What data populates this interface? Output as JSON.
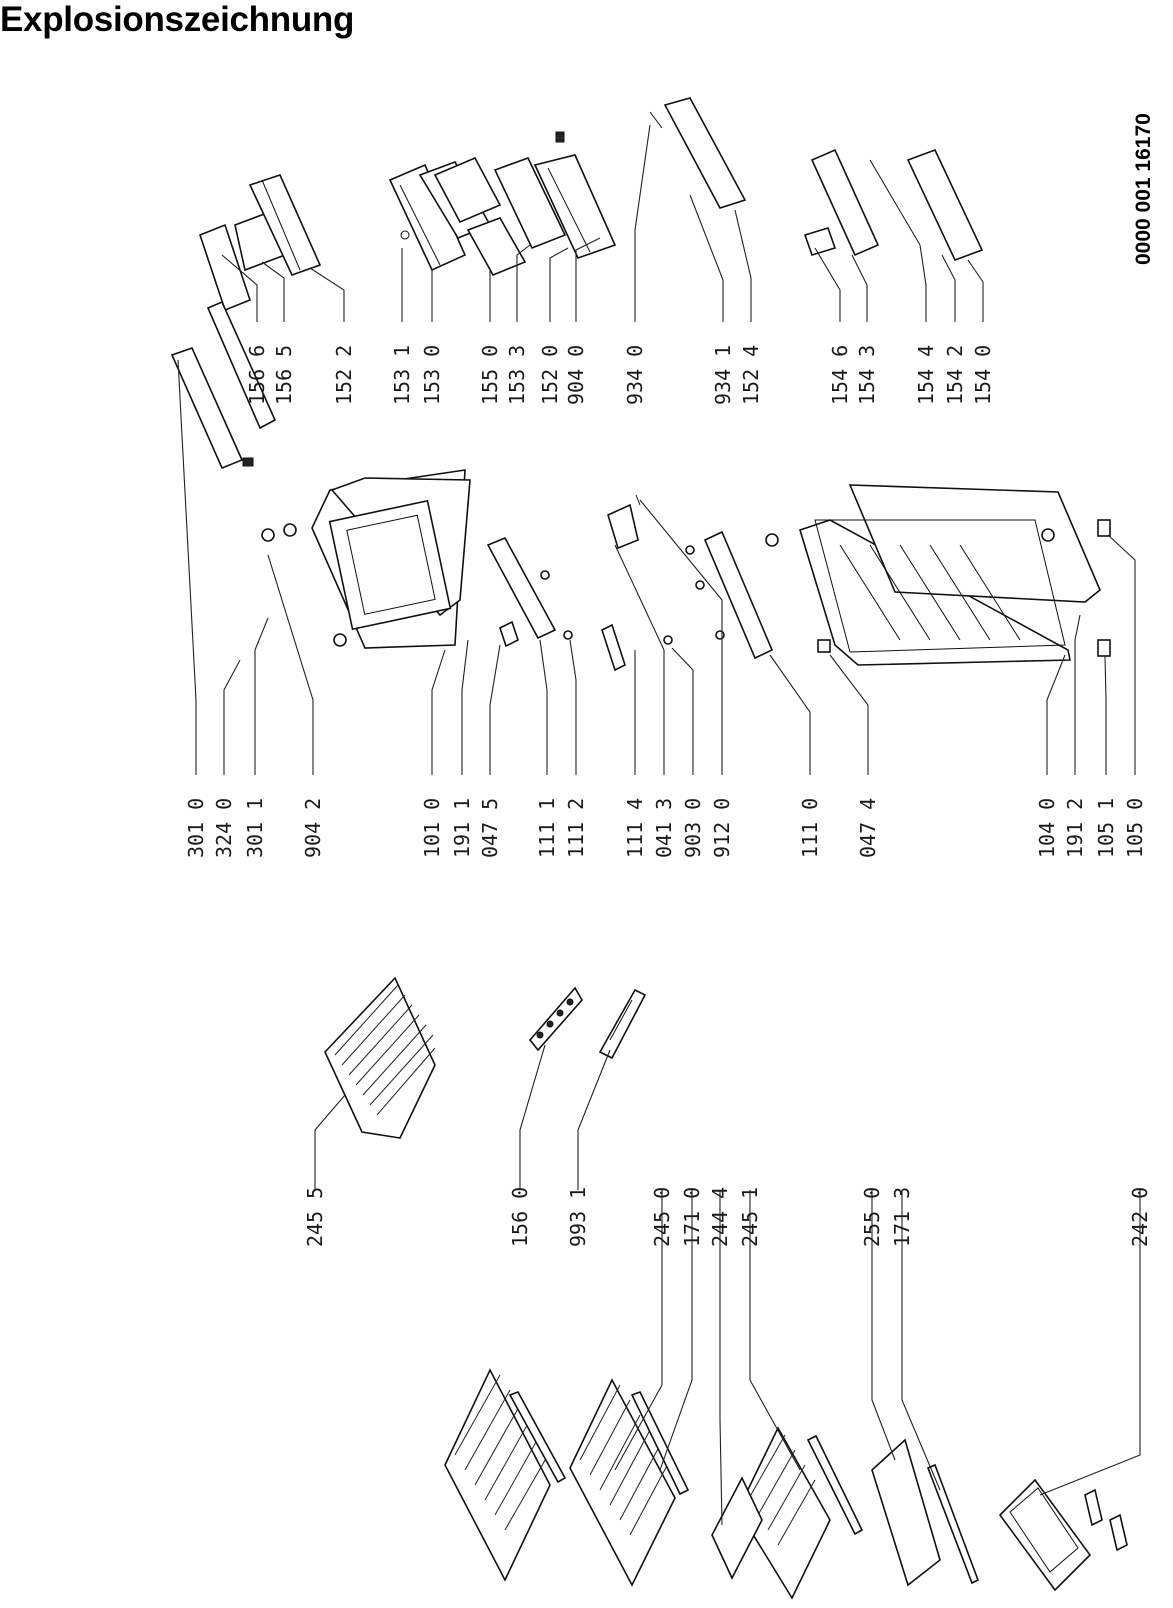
{
  "title": "Explosionszeichnung",
  "document_number": "0000 001 16170",
  "part_labels": [
    "156 6",
    "156 5",
    "152 2",
    "153 1",
    "153 0",
    "155 0",
    "153 3",
    "152 0",
    "904 0",
    "934 0",
    "934 1",
    "152 4",
    "154 6",
    "154 3",
    "154 4",
    "154 2",
    "154 0",
    "301 0",
    "324 0",
    "301 1",
    "904 2",
    "101 0",
    "191 1",
    "047 5",
    "111 1",
    "111 2",
    "111 4",
    "041 3",
    "903 0",
    "912 0",
    "111 0",
    "047 4",
    "104 0",
    "191 2",
    "105 1",
    "105 0",
    "245 5",
    "156 0",
    "993 1",
    "245 0",
    "171 0",
    "244 4",
    "245 1",
    "255 0",
    "171 3",
    "242 0"
  ]
}
